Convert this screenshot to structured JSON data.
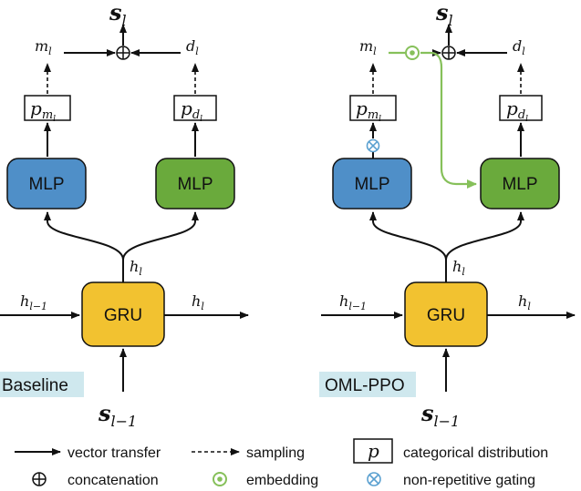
{
  "colors": {
    "mlp_m": "#4f8fc8",
    "mlp_d": "#6aaa3c",
    "gru": "#f2c230",
    "green_path": "#86c05a",
    "gating": "#5aa0d0",
    "tag_bg": "#cfe8ee",
    "line": "#111111"
  },
  "baseline": {
    "tag": "Baseline",
    "s_l": "s",
    "s_l_sub": "l",
    "m_l": "m",
    "m_l_sub": "l",
    "d_l": "d",
    "d_l_sub": "l",
    "p_m": "p",
    "p_m_sub": "m",
    "p_m_subsub": "l",
    "p_d": "p",
    "p_d_sub": "d",
    "p_d_subsub": "l",
    "mlp_left": "MLP",
    "mlp_right": "MLP",
    "h_l_up": "h",
    "h_l_up_sub": "l",
    "h_prev": "h",
    "h_prev_sub": "l−1",
    "h_out": "h",
    "h_out_sub": "l",
    "gru": "GRU",
    "s_prev": "s",
    "s_prev_sub": "l−1"
  },
  "oml": {
    "tag": "OML-PPO",
    "s_l": "s",
    "s_l_sub": "l",
    "m_l": "m",
    "m_l_sub": "l",
    "d_l": "d",
    "d_l_sub": "l",
    "p_m": "p",
    "p_m_sub": "m",
    "p_m_subsub": "l",
    "p_d": "p",
    "p_d_sub": "d",
    "p_d_subsub": "l",
    "mlp_left": "MLP",
    "mlp_right": "MLP",
    "h_l_up": "h",
    "h_l_up_sub": "l",
    "h_prev": "h",
    "h_prev_sub": "l−1",
    "h_out": "h",
    "h_out_sub": "l",
    "gru": "GRU",
    "s_prev": "s",
    "s_prev_sub": "l−1"
  },
  "legend": {
    "vector_transfer": "vector transfer",
    "sampling": "sampling",
    "categorical_symbol": "p",
    "categorical_distribution": "categorical distribution",
    "concatenation": "concatenation",
    "embedding": "embedding",
    "non_repetitive_gating": "non-repetitive gating"
  }
}
